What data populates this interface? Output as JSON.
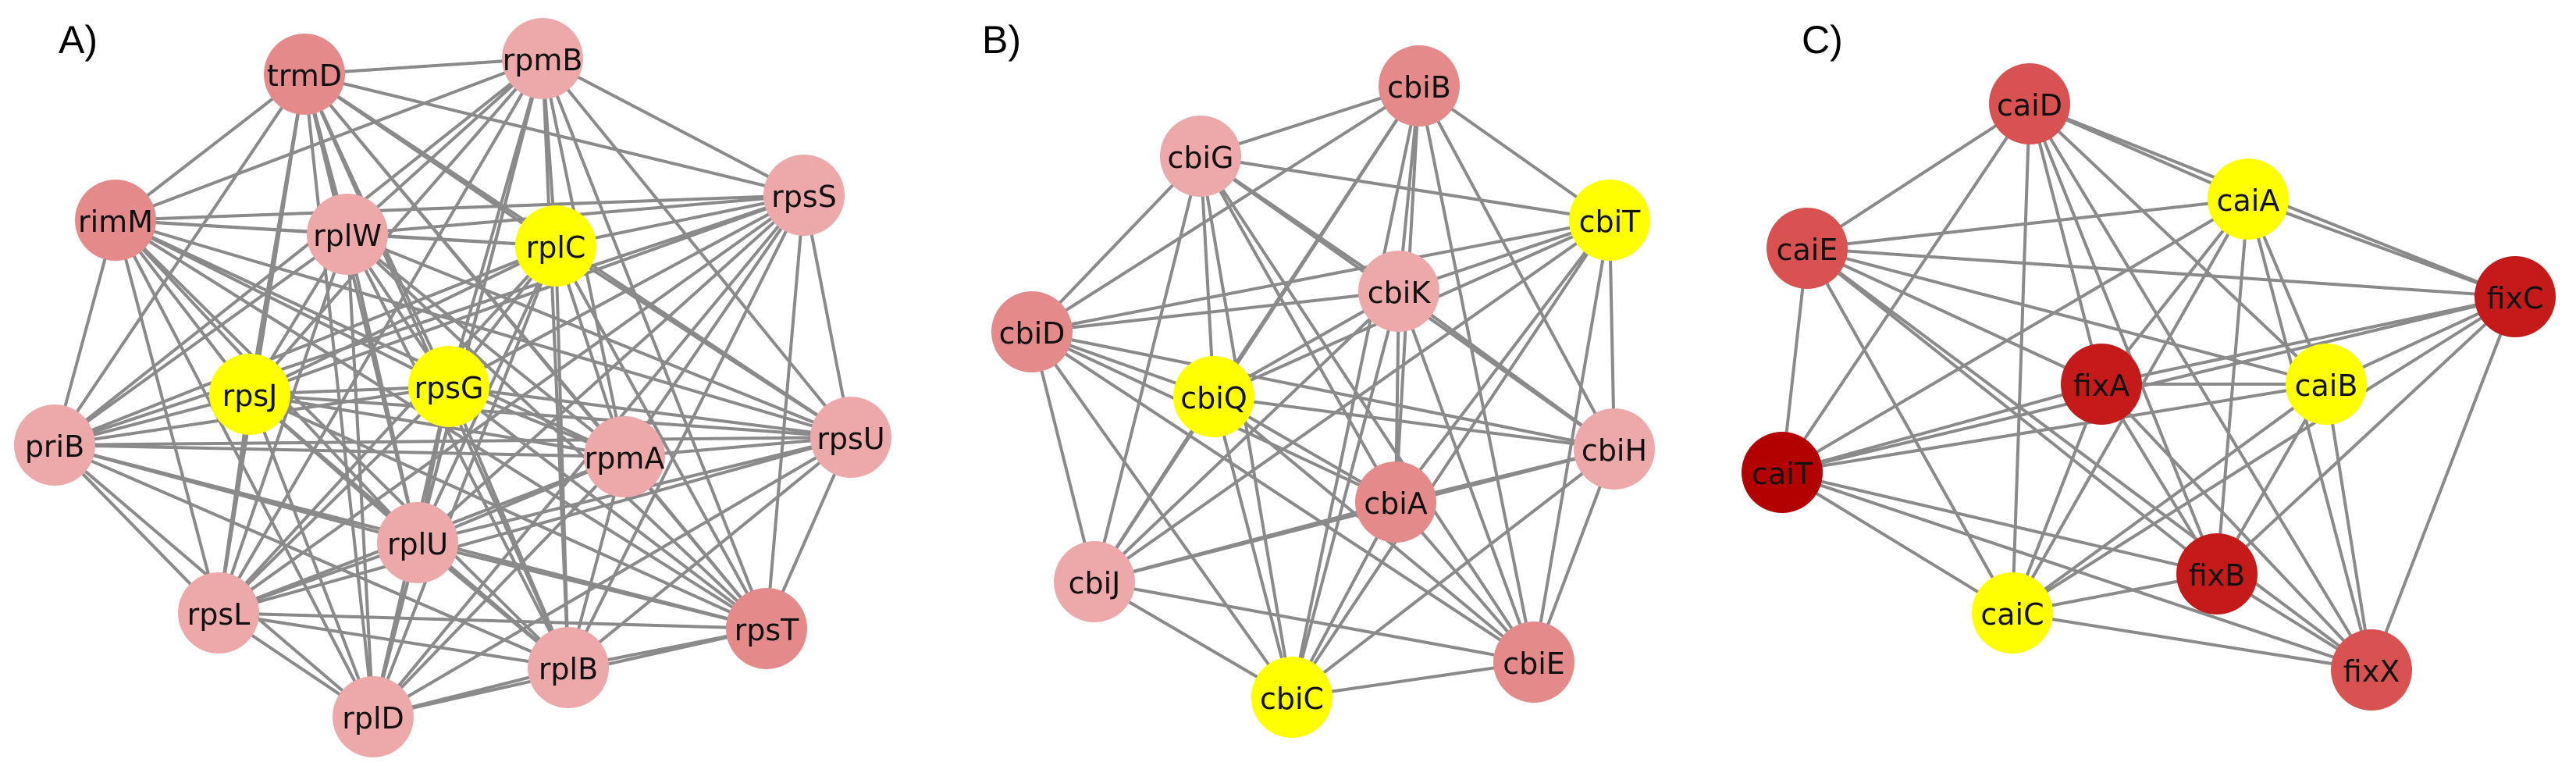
{
  "colors": {
    "edge": "#8a8a8a",
    "yellow": "#ffff00",
    "pink_light": "#eda9a9",
    "pink_mid": "#e48a8a",
    "red_mid": "#d95252",
    "red_deep": "#c51a1a",
    "red_darkest": "#b30000"
  },
  "panels": [
    {
      "label": "A)",
      "nodes": [
        {
          "id": "trmD",
          "label": "trmD",
          "color": "pink_mid"
        },
        {
          "id": "rpmB",
          "label": "rpmB",
          "color": "pink_light"
        },
        {
          "id": "rpsS",
          "label": "rpsS",
          "color": "pink_light"
        },
        {
          "id": "rimM",
          "label": "rimM",
          "color": "pink_mid"
        },
        {
          "id": "rplW",
          "label": "rplW",
          "color": "pink_light"
        },
        {
          "id": "rplC",
          "label": "rplC",
          "color": "yellow"
        },
        {
          "id": "rpsJ",
          "label": "rpsJ",
          "color": "yellow"
        },
        {
          "id": "rpsG",
          "label": "rpsG",
          "color": "yellow"
        },
        {
          "id": "priB",
          "label": "priB",
          "color": "pink_light"
        },
        {
          "id": "rpmA",
          "label": "rpmA",
          "color": "pink_light"
        },
        {
          "id": "rpsU",
          "label": "rpsU",
          "color": "pink_light"
        },
        {
          "id": "rplU",
          "label": "rplU",
          "color": "pink_light"
        },
        {
          "id": "rpsL",
          "label": "rpsL",
          "color": "pink_light"
        },
        {
          "id": "rpsT",
          "label": "rpsT",
          "color": "pink_mid"
        },
        {
          "id": "rplB",
          "label": "rplB",
          "color": "pink_light"
        },
        {
          "id": "rplD",
          "label": "rplD",
          "color": "pink_light"
        }
      ],
      "edges": "complete"
    },
    {
      "label": "B)",
      "nodes": [
        {
          "id": "cbiB",
          "label": "cbiB",
          "color": "pink_mid"
        },
        {
          "id": "cbiG",
          "label": "cbiG",
          "color": "pink_light"
        },
        {
          "id": "cbiT",
          "label": "cbiT",
          "color": "yellow"
        },
        {
          "id": "cbiK",
          "label": "cbiK",
          "color": "pink_light"
        },
        {
          "id": "cbiD",
          "label": "cbiD",
          "color": "pink_mid"
        },
        {
          "id": "cbiQ",
          "label": "cbiQ",
          "color": "yellow"
        },
        {
          "id": "cbiH",
          "label": "cbiH",
          "color": "pink_light"
        },
        {
          "id": "cbiA",
          "label": "cbiA",
          "color": "pink_mid"
        },
        {
          "id": "cbiJ",
          "label": "cbiJ",
          "color": "pink_light"
        },
        {
          "id": "cbiE",
          "label": "cbiE",
          "color": "pink_mid"
        },
        {
          "id": "cbiC",
          "label": "cbiC",
          "color": "yellow"
        }
      ],
      "edges": "complete"
    },
    {
      "label": "C)",
      "nodes": [
        {
          "id": "caiD",
          "label": "caiD",
          "color": "red_mid"
        },
        {
          "id": "caiA",
          "label": "caiA",
          "color": "yellow"
        },
        {
          "id": "caiE",
          "label": "caiE",
          "color": "red_mid"
        },
        {
          "id": "fixC",
          "label": "fixC",
          "color": "red_deep"
        },
        {
          "id": "fixA",
          "label": "fixA",
          "color": "red_deep"
        },
        {
          "id": "caiB",
          "label": "caiB",
          "color": "yellow"
        },
        {
          "id": "caiT",
          "label": "caiT",
          "color": "red_darkest"
        },
        {
          "id": "fixB",
          "label": "fixB",
          "color": "red_deep"
        },
        {
          "id": "caiC",
          "label": "caiC",
          "color": "yellow"
        },
        {
          "id": "fixX",
          "label": "fixX",
          "color": "red_mid"
        }
      ],
      "edges": "complete"
    }
  ]
}
